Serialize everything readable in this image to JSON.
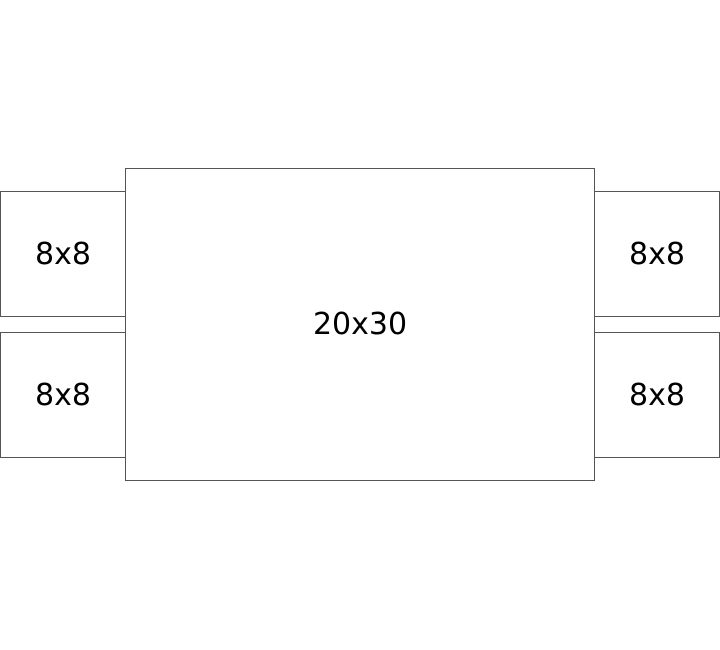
{
  "main_box": {
    "label": "20x30"
  },
  "side_boxes": [
    {
      "label": "8x8"
    },
    {
      "label": "8x8"
    },
    {
      "label": "8x8"
    },
    {
      "label": "8x8"
    }
  ]
}
